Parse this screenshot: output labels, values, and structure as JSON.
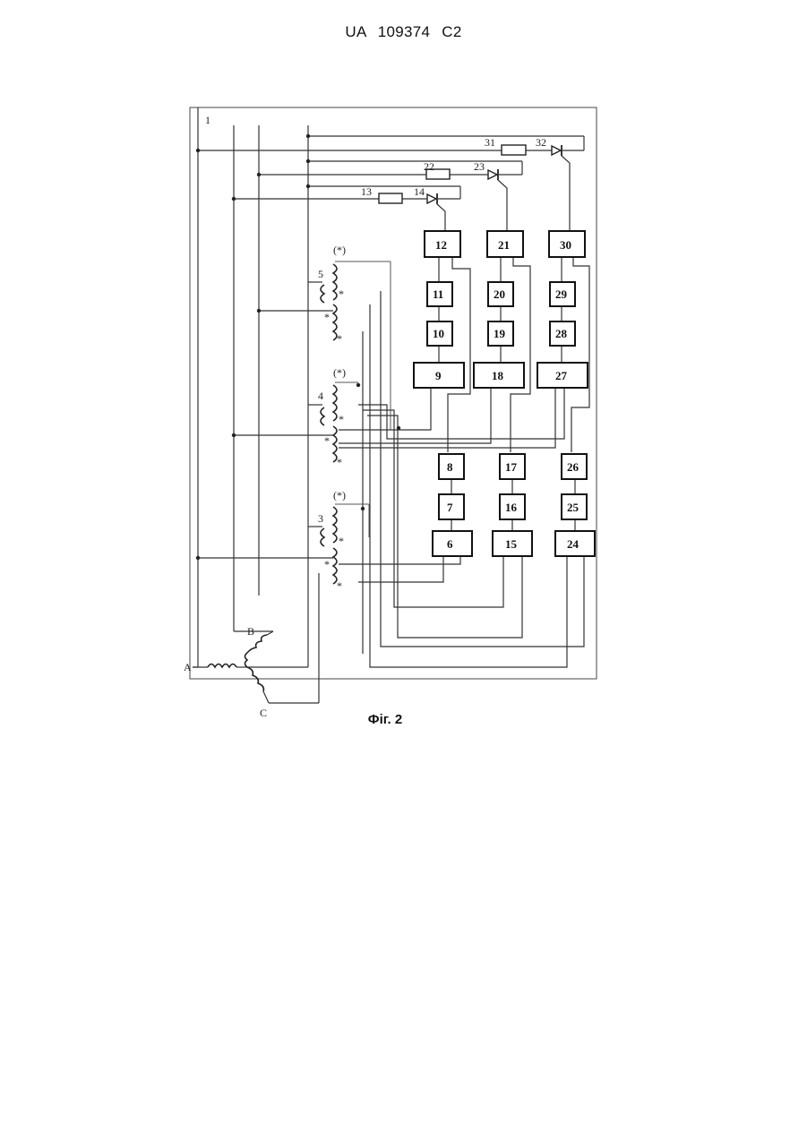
{
  "header": {
    "patent": "UA   109374   C2"
  },
  "figure": {
    "caption": "Фіг. 2",
    "frame_label": "1",
    "phases": {
      "a": "A",
      "b": "B",
      "c": "C"
    },
    "transformer_labels": [
      "5",
      "4",
      "3"
    ],
    "polarity_mark": "(*)",
    "star": "*",
    "resistors": [
      "31",
      "22",
      "13"
    ],
    "diodes": [
      "32",
      "23",
      "14"
    ],
    "blocks": {
      "col1": [
        "12",
        "11",
        "10",
        "9",
        "8",
        "7",
        "6"
      ],
      "col2": [
        "21",
        "20",
        "19",
        "18",
        "17",
        "16",
        "15"
      ],
      "col3": [
        "30",
        "29",
        "28",
        "27",
        "26",
        "25",
        "24"
      ]
    }
  }
}
